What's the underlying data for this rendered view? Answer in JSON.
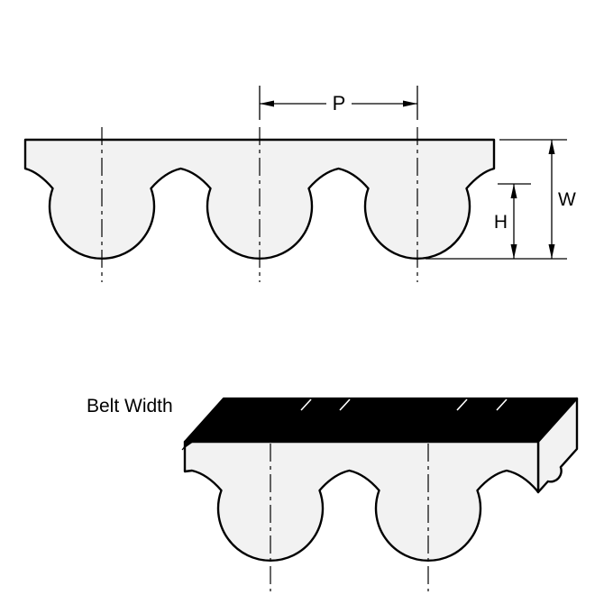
{
  "diagram": {
    "type": "timing-belt-tooth-profile-technical-drawing",
    "labels": {
      "pitch": "P",
      "belt_thickness": "W",
      "tooth_height": "H",
      "belt_width": "Belt Width"
    },
    "colors": {
      "line": "#000000",
      "belt_fill": "#f2f2f2",
      "top_surface_fill": "#000000",
      "background": "#ffffff"
    }
  }
}
